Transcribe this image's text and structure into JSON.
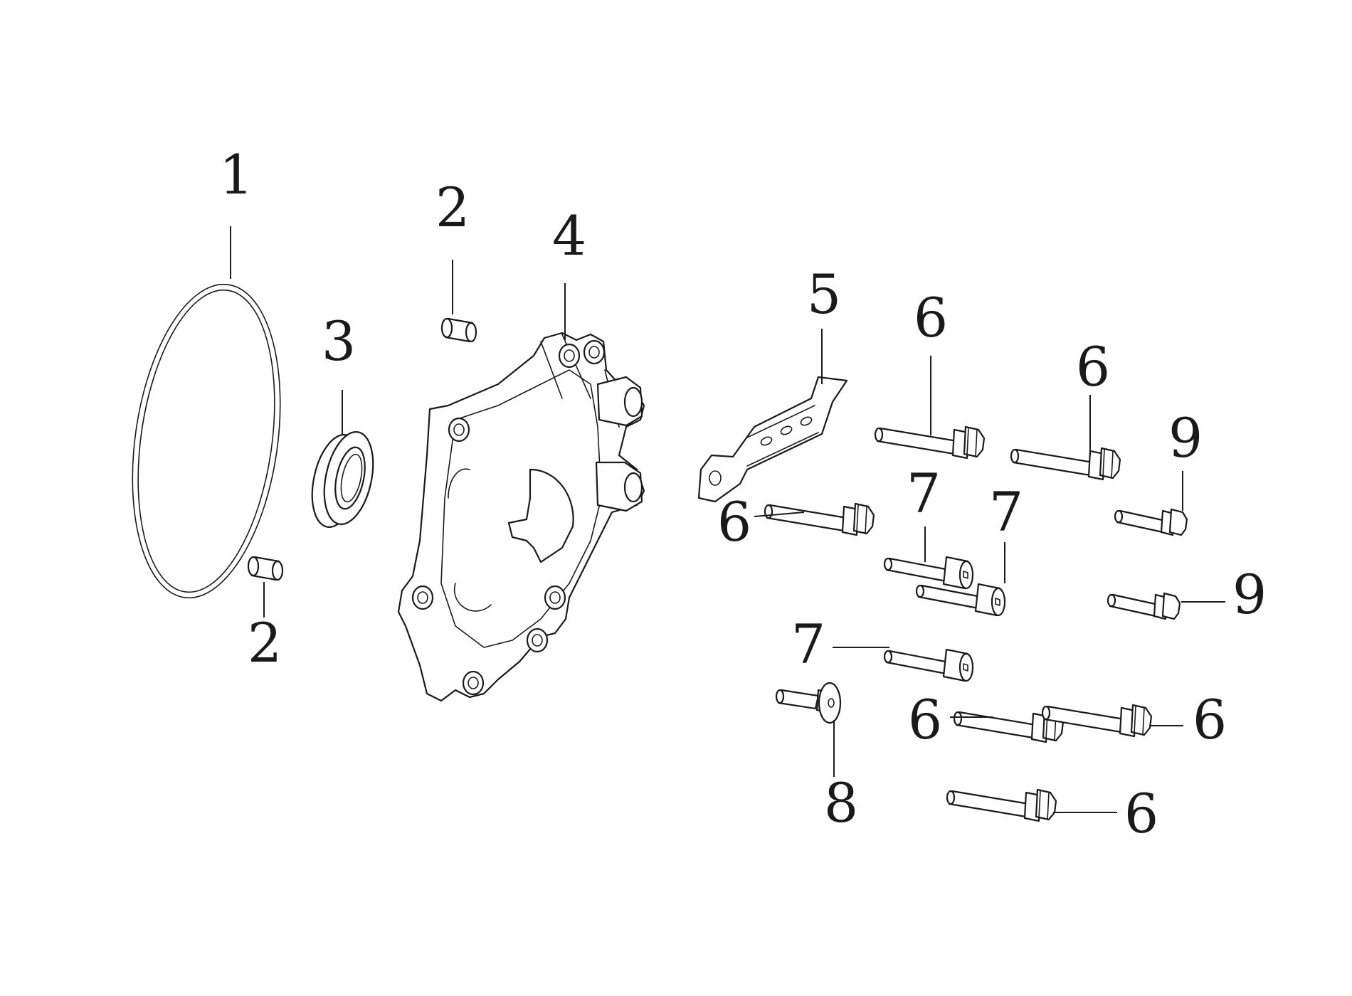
{
  "callouts": [
    {
      "id": "c1",
      "label": "1"
    },
    {
      "id": "c2a",
      "label": "2"
    },
    {
      "id": "c2b",
      "label": "2"
    },
    {
      "id": "c3",
      "label": "3"
    },
    {
      "id": "c4",
      "label": "4"
    },
    {
      "id": "c5",
      "label": "5"
    },
    {
      "id": "c6a",
      "label": "6"
    },
    {
      "id": "c6b",
      "label": "6"
    },
    {
      "id": "c6c",
      "label": "6"
    },
    {
      "id": "c6d",
      "label": "6"
    },
    {
      "id": "c6e",
      "label": "6"
    },
    {
      "id": "c6f",
      "label": "6"
    },
    {
      "id": "c7a",
      "label": "7"
    },
    {
      "id": "c7b",
      "label": "7"
    },
    {
      "id": "c7c",
      "label": "7"
    },
    {
      "id": "c8",
      "label": "8"
    },
    {
      "id": "c9a",
      "label": "9"
    },
    {
      "id": "c9b",
      "label": "9"
    }
  ]
}
